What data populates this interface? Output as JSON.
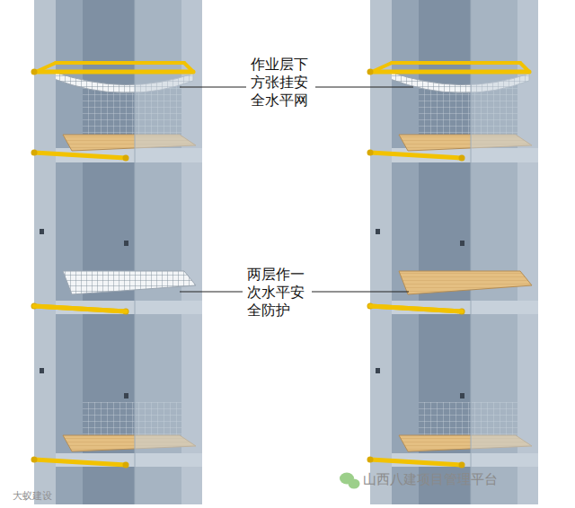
{
  "diagram": {
    "labels": [
      "作业层下方张挂安全水平网",
      "两层作一次水平安全防护",
      "山西八建项目管理平台",
      "大蚁建设"
    ]
  }
}
